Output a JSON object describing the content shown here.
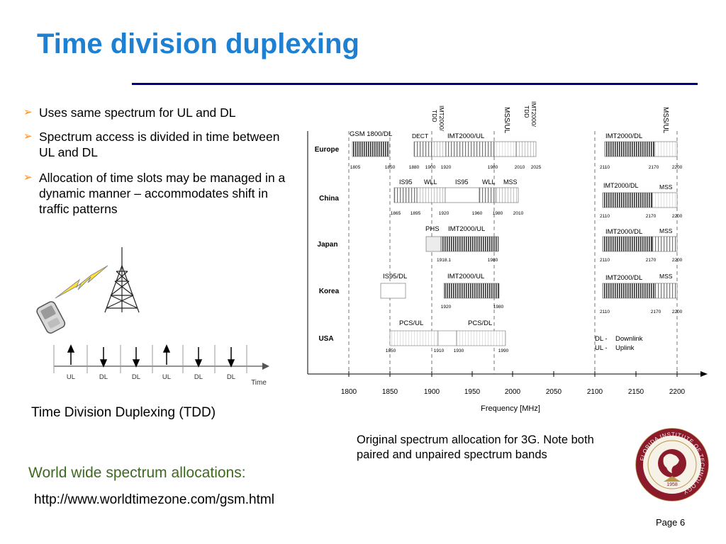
{
  "slide": {
    "title": "Time division duplexing",
    "bullets": [
      "Uses same spectrum for UL and DL",
      "Spectrum access is divided in time between UL and DL",
      "Allocation of time slots may be managed in a dynamic manner – accommodates shift in traffic patterns"
    ],
    "tdd_caption": "Time Division Duplexing (TDD)",
    "worldwide_label": "World wide spectrum allocations:",
    "worldwide_url": "http://www.worldtimezone.com/gsm.html",
    "spectrum_note": "Original spectrum allocation for 3G. Note both paired and unpaired spectrum bands",
    "page_number": "Page 6"
  },
  "tdd_diagram": {
    "slots": [
      "UL",
      "DL",
      "DL",
      "UL",
      "DL",
      "DL"
    ],
    "axis_label": "Time"
  },
  "spectrum_chart": {
    "regions": [
      "Europe",
      "China",
      "Japan",
      "Korea",
      "USA"
    ],
    "x_axis_ticks": [
      "1800",
      "1850",
      "1900",
      "1950",
      "2000",
      "2050",
      "2100",
      "2150",
      "2200"
    ],
    "x_axis_label": "Frequency [MHz]",
    "vertical_labels": {
      "imt_tdd_1": [
        "IMT2000/",
        "TDD"
      ],
      "mss_ul_1": "MSS/UL",
      "imt_tdd_2": [
        "IMT2000/",
        "TDD"
      ],
      "mss_ul_2": "MSS/UL"
    },
    "europe": {
      "labels": [
        "GSM 1800/DL",
        "DECT",
        "IMT2000/UL",
        "IMT2000/DL"
      ],
      "ticks": [
        "1805",
        "1850",
        "1880",
        "1900",
        "1920",
        "1980",
        "2010",
        "2025",
        "2110",
        "2170",
        "2200"
      ]
    },
    "china": {
      "labels": [
        "IS95",
        "WLL",
        "IS95",
        "WLL",
        "MSS",
        "IMT2000/DL",
        "MSS"
      ],
      "ticks": [
        "1865",
        "1895",
        "1920",
        "1960",
        "1980",
        "2010",
        "2110",
        "2170",
        "2200"
      ]
    },
    "japan": {
      "labels": [
        "PHS",
        "IMT2000/UL",
        "IMT2000/DL",
        "MSS"
      ],
      "ticks": [
        "1918.1",
        "1980",
        "2110",
        "2170",
        "2200"
      ]
    },
    "korea": {
      "labels": [
        "IS95/DL",
        "IMT2000/UL",
        "IMT2000/DL",
        "MSS"
      ],
      "ticks": [
        "1920",
        "1980",
        "2110",
        "2170",
        "2200"
      ]
    },
    "usa": {
      "labels": [
        "PCS/UL",
        "PCS/DL"
      ],
      "ticks": [
        "1850",
        "1910",
        "1930",
        "1990"
      ]
    },
    "legend": [
      {
        "abbr": "DL -",
        "meaning": "Downlink"
      },
      {
        "abbr": "UL -",
        "meaning": "Uplink"
      }
    ]
  },
  "seal": {
    "text": "FLORIDA INSTITUTE OF TECHNOLOGY",
    "year": "1958",
    "colors": {
      "outer": "#8b1a2b",
      "inner": "#f7f2e8",
      "gold": "#b8964a"
    }
  },
  "colors": {
    "title": "#1f7fd0",
    "rule": "#000080",
    "bullet_mark": "#ff8c1a",
    "worldwide_label": "#3d6b1e"
  }
}
